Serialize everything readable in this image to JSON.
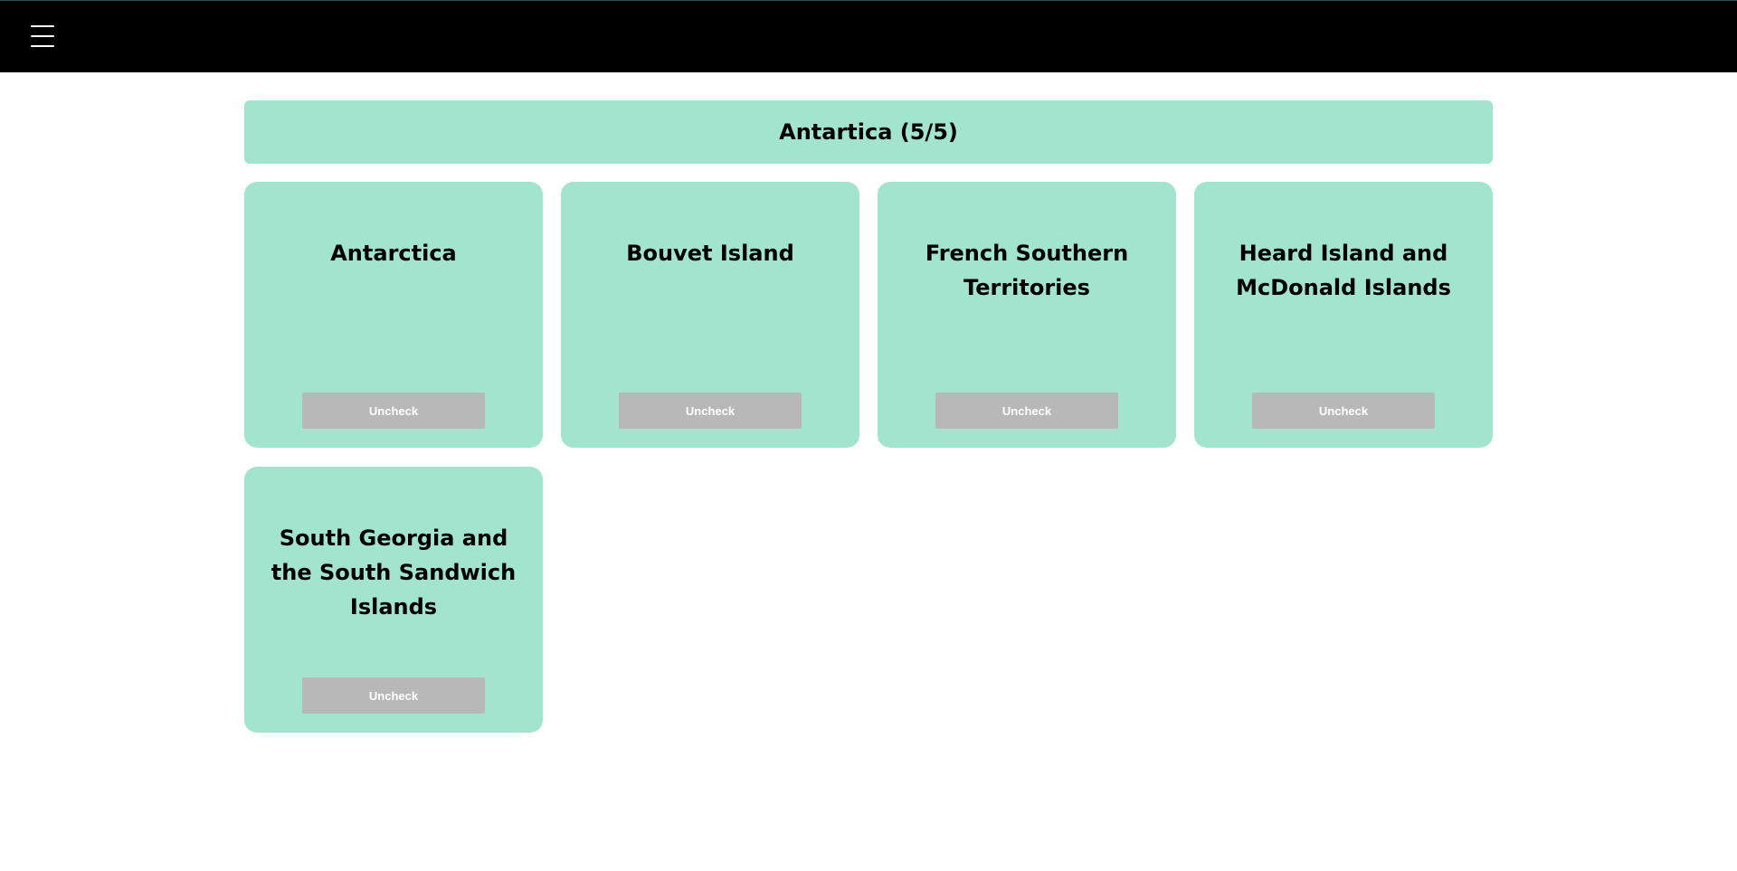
{
  "nav": {
    "menu_icon": "hamburger-menu-icon"
  },
  "region": {
    "title": "Antartica (5/5)"
  },
  "countries": [
    {
      "name": "Antarctica",
      "button_label": "Uncheck"
    },
    {
      "name": "Bouvet Island",
      "button_label": "Uncheck"
    },
    {
      "name": "French Southern Territories",
      "button_label": "Uncheck"
    },
    {
      "name": "Heard Island and McDonald Islands",
      "button_label": "Uncheck"
    },
    {
      "name": "South Georgia and the South Sandwich Islands",
      "button_label": "Uncheck"
    }
  ],
  "colors": {
    "topbar": "#000000",
    "card": "#a3e4cf",
    "button": "#b8b8b8",
    "button_text": "#ffffff"
  }
}
